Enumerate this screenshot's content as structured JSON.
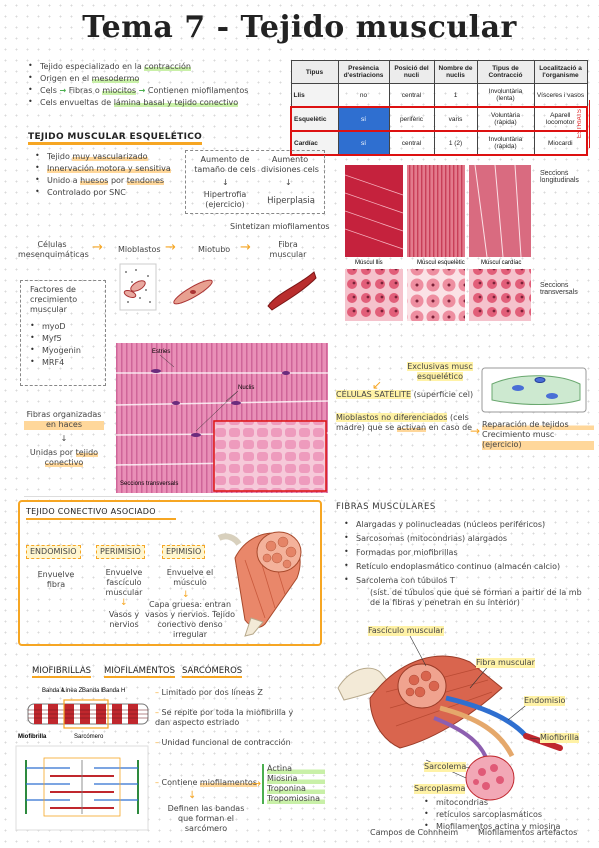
{
  "title": "Tema 7 - Tejido muscular",
  "intro": {
    "items": [
      {
        "pre": "Tejido especializado en la ",
        "hl": "contracción",
        "post": ""
      },
      {
        "pre": "Origen en el ",
        "hl": "mesodermo",
        "post": ""
      },
      {
        "pre": "Cels ",
        "arrow1": "→",
        "mid1": " Fibras o ",
        "hl": "miocitos",
        "arrow2": "→",
        "post": " Contienen miofilamentos"
      },
      {
        "pre": "Cels envueltas de ",
        "hl": "lámina basal y tejido conectivo",
        "post": ""
      }
    ]
  },
  "table": {
    "headers": [
      "Tipus",
      "Presència d'estriacions",
      "Posició del nucli",
      "Nombre de nuclis",
      "Tipus de Contracció",
      "Localització a l'organisme"
    ],
    "rows": [
      [
        "Llis",
        "no",
        "central",
        "1",
        "Involuntària (lenta)",
        "Vísceres i vasos"
      ],
      [
        "Esquelètic",
        "sí",
        "perifèric",
        "varis",
        "Voluntària (ràpida)",
        "Aparell locomotor"
      ],
      [
        "Cardíac",
        "sí",
        "central",
        "1 (2)",
        "Involuntària (ràpida)",
        "Miocardi"
      ]
    ],
    "side_label": "ESTRIATS"
  },
  "skeletal": {
    "heading": "TEJIDO MUSCULAR ESQUELÉTICO",
    "items": [
      {
        "pre": "Tejido ",
        "hl": "muy vascularizado",
        "post": ""
      },
      {
        "pre": "",
        "hl": "Innervación motora y sensitiva",
        "post": ""
      },
      {
        "pre": "Unido a ",
        "hl": "huesos",
        "mid": " por ",
        "hl2": "tendones",
        "post": ""
      },
      {
        "pre": "Controlado por SNC",
        "hl": "",
        "post": ""
      }
    ]
  },
  "growth": {
    "left_title": "Aumento de tamaño de cels",
    "left_result": "Hipertrofia (ejercicio)",
    "right_title": "Aumento divisiones cels",
    "right_result": "Hiperplasia",
    "arrow": "↓"
  },
  "development": {
    "synth_label": "Sintetizan miofilamentos",
    "steps": [
      "Células mesenquimáticas",
      "Mioblastos",
      "Miotubo",
      "Fibra muscular"
    ],
    "arrow": "→"
  },
  "factors": {
    "title": "Factores de crecimiento muscular",
    "items": [
      "myoD",
      "Myf5",
      "Myogenin",
      "MRF4"
    ]
  },
  "fibers_note": {
    "line1": "Fibras organizadas en haces",
    "arrow": "↓",
    "line2_pre": "Unidas por ",
    "line2_hl": "tejido conectivo"
  },
  "micro_labels": {
    "top": [
      "Múscul llis",
      "Múscul esquelètic",
      "Múscul cardíac"
    ],
    "longitudinal": "Seccions longitudinals",
    "transversal": "Seccions transversals",
    "histo_labels": [
      "Estries",
      "Nuclis",
      "Seccions transversals"
    ]
  },
  "satellite": {
    "top_hl": "Exclusivas musc esquelético",
    "line1_hl": "CÉLULAS SATÉLITE",
    "line1_post": " (superficie cel)",
    "line2_hl": "Mioblastos no diferenciados",
    "line2_mid": " (cels madre) que se ",
    "line2_hl2": "activan",
    "line2_post": " en caso de",
    "outcomes": [
      "Reparación de tejidos",
      "Crecimiento musc (ejercicio)"
    ]
  },
  "connective": {
    "heading": "TEJIDO CONECTIVO ASOCIADO",
    "layers": [
      {
        "name": "ENDOMISIO",
        "desc": "Envuelve fibra"
      },
      {
        "name": "PERIMISIO",
        "desc": "Envuelve fascículo muscular",
        "extra": "Vasos y nervios"
      },
      {
        "name": "EPIMISIO",
        "desc": "Envuelve el músculo",
        "extra": "Capa gruesa: entran vasos y nervios. Tejido conectivo denso irregular"
      }
    ]
  },
  "fibras": {
    "heading": "FIBRAS MUSCULARES",
    "items": [
      "Alargadas y polinucleadas (núcleos periféricos)",
      "Sarcosomas (mitocondrias) alargados",
      "Formadas por miofibrillas",
      "Retículo endoplasmático continuo (almacén calcio)",
      "Sarcolema con túbulos T"
    ],
    "sub": "(sist. de túbulos que que se forman a partir de la mb de la fibras y penetran en su interior)"
  },
  "myo": {
    "headings": [
      "MIOFIBRILLAS",
      "MIOFILAMENTOS",
      "SARCÓMEROS"
    ],
    "diagram_labels": [
      "Banda A",
      "Línea Z",
      "Banda I",
      "Banda H",
      "Miofibrilla",
      "Sarcómero"
    ],
    "items": [
      "Limitado por dos líneas Z",
      "Se repite por toda la miofibrilla y dan aspecto estriado",
      "Unidad funcional de contracción"
    ],
    "contains_pre": "Contiene ",
    "contains_hl": "miofilamentos",
    "proteins": [
      "Actina",
      "Miosina",
      "Troponina",
      "Tropomiosina"
    ],
    "define": "Definen las bandas que forman el sarcómero"
  },
  "anatomy": {
    "labels": [
      "Fascículo muscular",
      "Fibra muscular",
      "Endomisio",
      "Miofibrilla",
      "Sarcolema",
      "Sarcoplasma"
    ],
    "sarcoplasma_items": [
      "mitocondrias",
      "retículos sarcoplasmáticos",
      "Miofilamentos actina y miosina"
    ],
    "footer": [
      "Campos de Cohnheim",
      "Miofilamentos artefactos"
    ]
  },
  "colors": {
    "accent": "#f6a623",
    "green": "#4caf50",
    "red": "#d11111",
    "blue": "#2f6fd0"
  }
}
